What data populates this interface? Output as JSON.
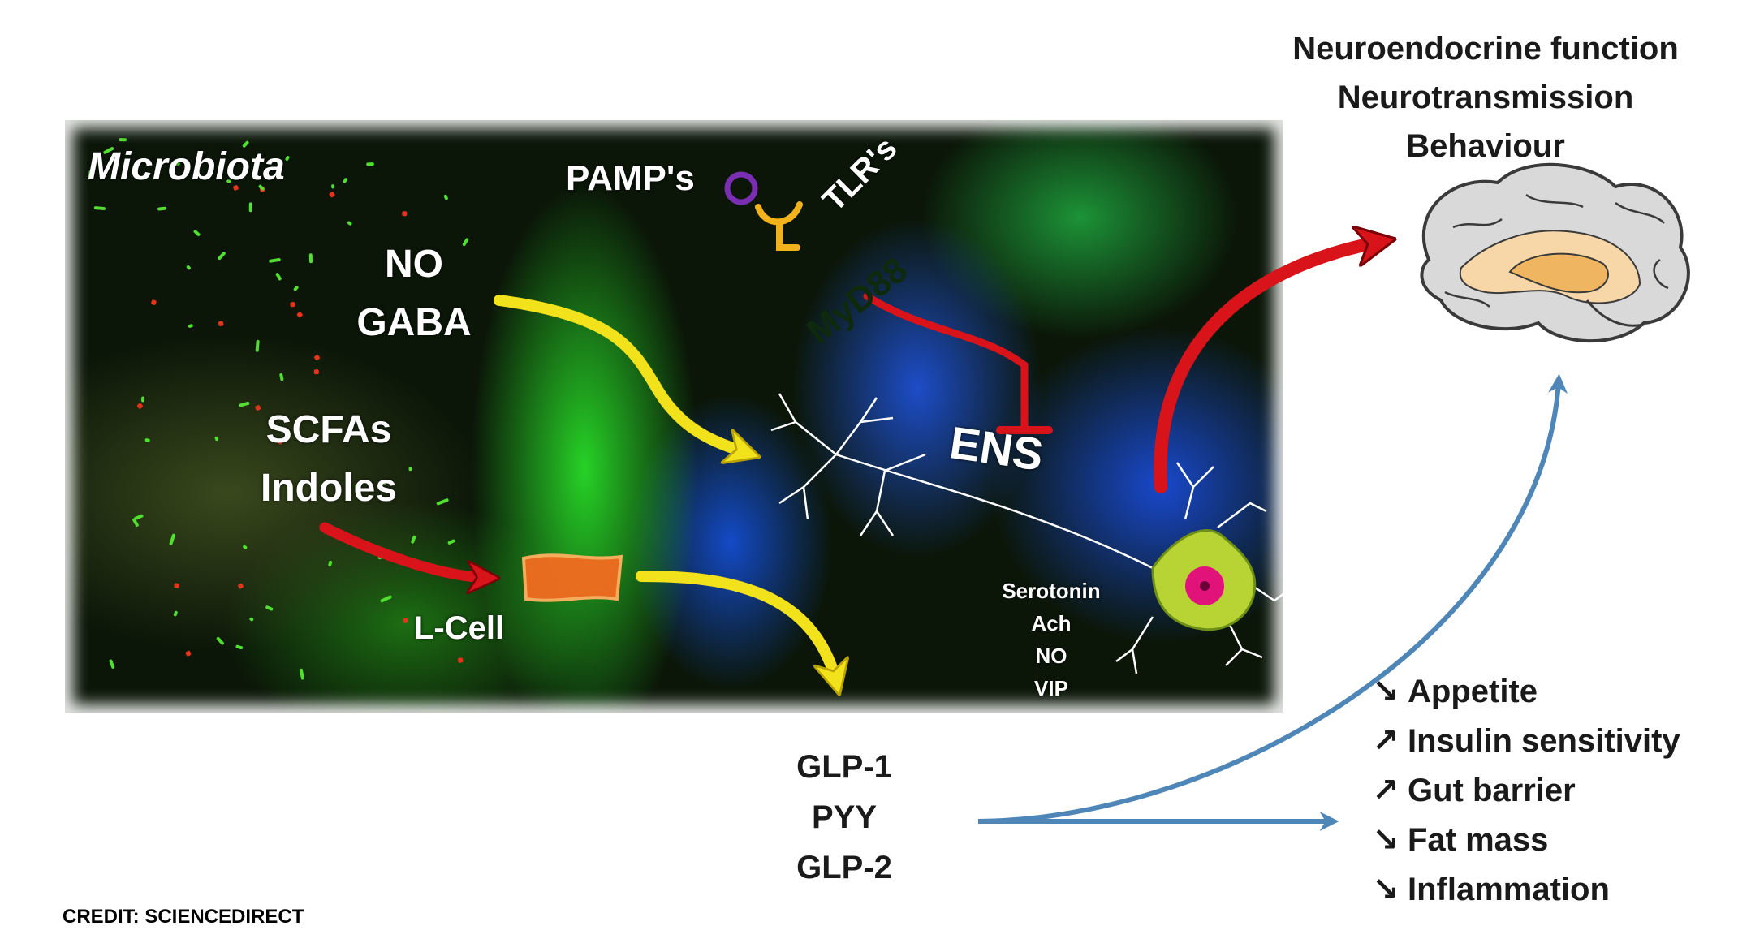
{
  "microbiota_label": "Microbiota",
  "left_inputs": {
    "no": "NO",
    "gaba": "GABA",
    "scfas": "SCFAs",
    "indoles": "Indoles"
  },
  "l_cell_label": "L-Cell",
  "receptor": {
    "pamps": "PAMP's",
    "tlrs": "TLR's",
    "myd88": "MyD88"
  },
  "ens_label": "ENS",
  "neurotransmitters": [
    "Serotonin",
    "Ach",
    "NO",
    "VIP"
  ],
  "hormones": [
    "GLP-1",
    "PYY",
    "GLP-2"
  ],
  "brain_functions": [
    "Neuroendocrine function",
    "Neurotransmission",
    "Behaviour"
  ],
  "outcomes": [
    {
      "direction": "↘",
      "label": "Appetite"
    },
    {
      "direction": "↗",
      "label": "Insulin sensitivity"
    },
    {
      "direction": "↗",
      "label": "Gut barrier"
    },
    {
      "direction": "↘",
      "label": "Fat mass"
    },
    {
      "direction": "↘",
      "label": "Inflammation"
    }
  ],
  "credit": "CREDIT: SCIENCEDIRECT",
  "colors": {
    "yellow_arrow": "#f2e21b",
    "red_arrow": "#d8141a",
    "blue_arrow": "#4f86b8",
    "receptor_ring": "#7a2fb3",
    "receptor_y": "#f2b21b",
    "neuron_body": "#b7d334",
    "neuron_nucleus": "#e2127b"
  }
}
